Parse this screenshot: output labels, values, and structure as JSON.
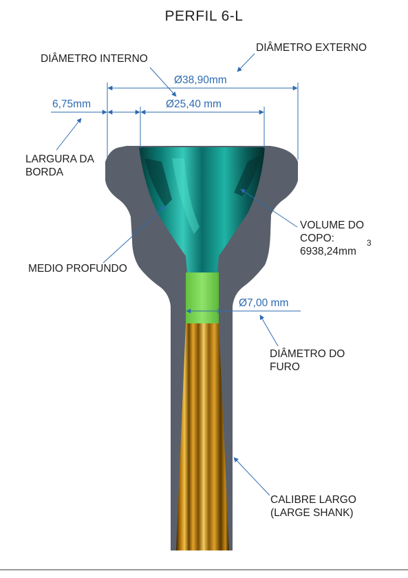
{
  "title": "PERFIL 6-L",
  "dimensions": {
    "external_diameter": "Ø38,90mm",
    "internal_diameter": "Ø25,40 mm",
    "rim_width": "6,75mm",
    "bore_diameter": "Ø7,00 mm"
  },
  "labels": {
    "external": "DIÂMETRO EXTERNO",
    "internal": "DIÂMETRO INTERNO",
    "rim": "LARGURA DA\nBORDA",
    "cup_volume": "VOLUME DO\nCOPO:\n6938,24mm",
    "cup_volume_exp": "3",
    "cup_depth": "MEDIO PROFUNDO",
    "bore": "DIÂMETRO DO\nFURO",
    "shank": "CALIBRE LARGO\n(LARGE SHANK)"
  },
  "colors": {
    "body": "#59606b",
    "dimension_line": "#2e6bb0",
    "bore": "#7ed957",
    "cup": "#1aa39a",
    "shank": "#c98a12"
  }
}
